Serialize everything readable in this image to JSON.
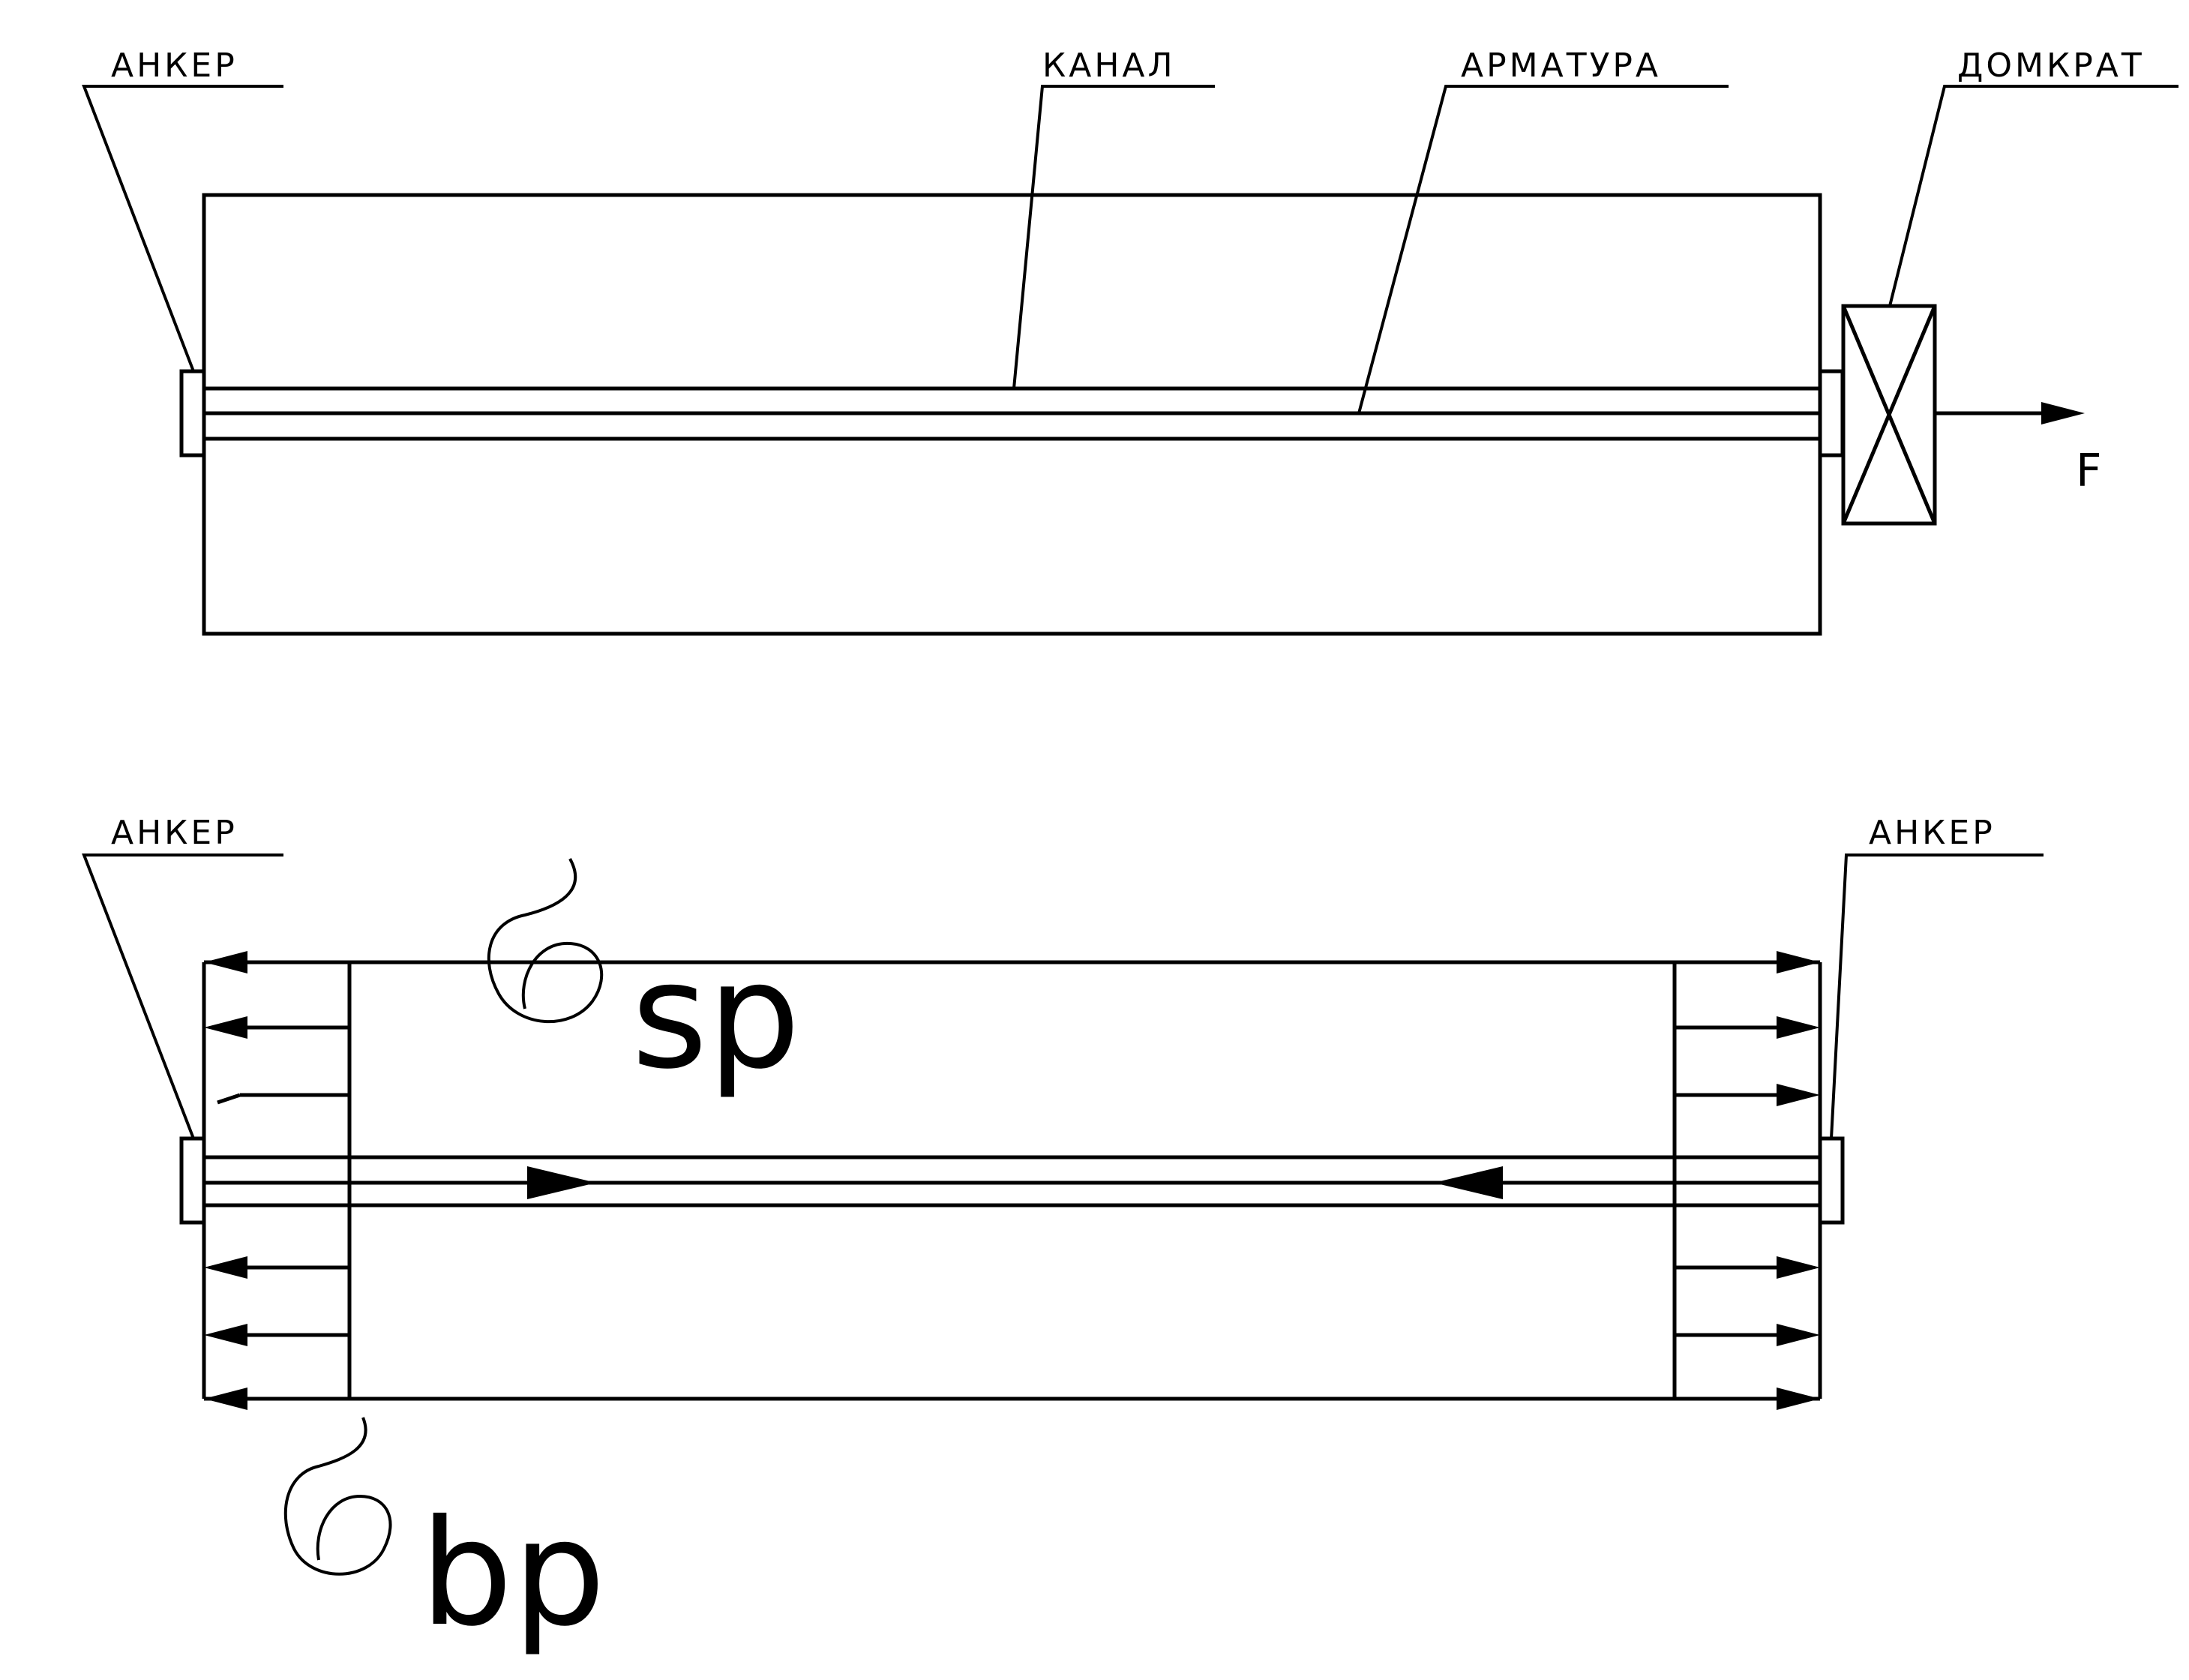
{
  "top": {
    "anchor_label": "АНКЕР",
    "channel_label": "КАНАЛ",
    "rebar_label": "АРМАТУРА",
    "jack_label": "ДОМКРАТ",
    "force_label": "F"
  },
  "bottom": {
    "anchor_left_label": "АНКЕР",
    "anchor_right_label": "АНКЕР",
    "stress_top_symbol": "б",
    "stress_top_sub": "sp",
    "stress_bottom_symbol": "б",
    "stress_bottom_sub": "bp"
  },
  "colors": {
    "stroke": "#000000",
    "background": "#ffffff"
  }
}
